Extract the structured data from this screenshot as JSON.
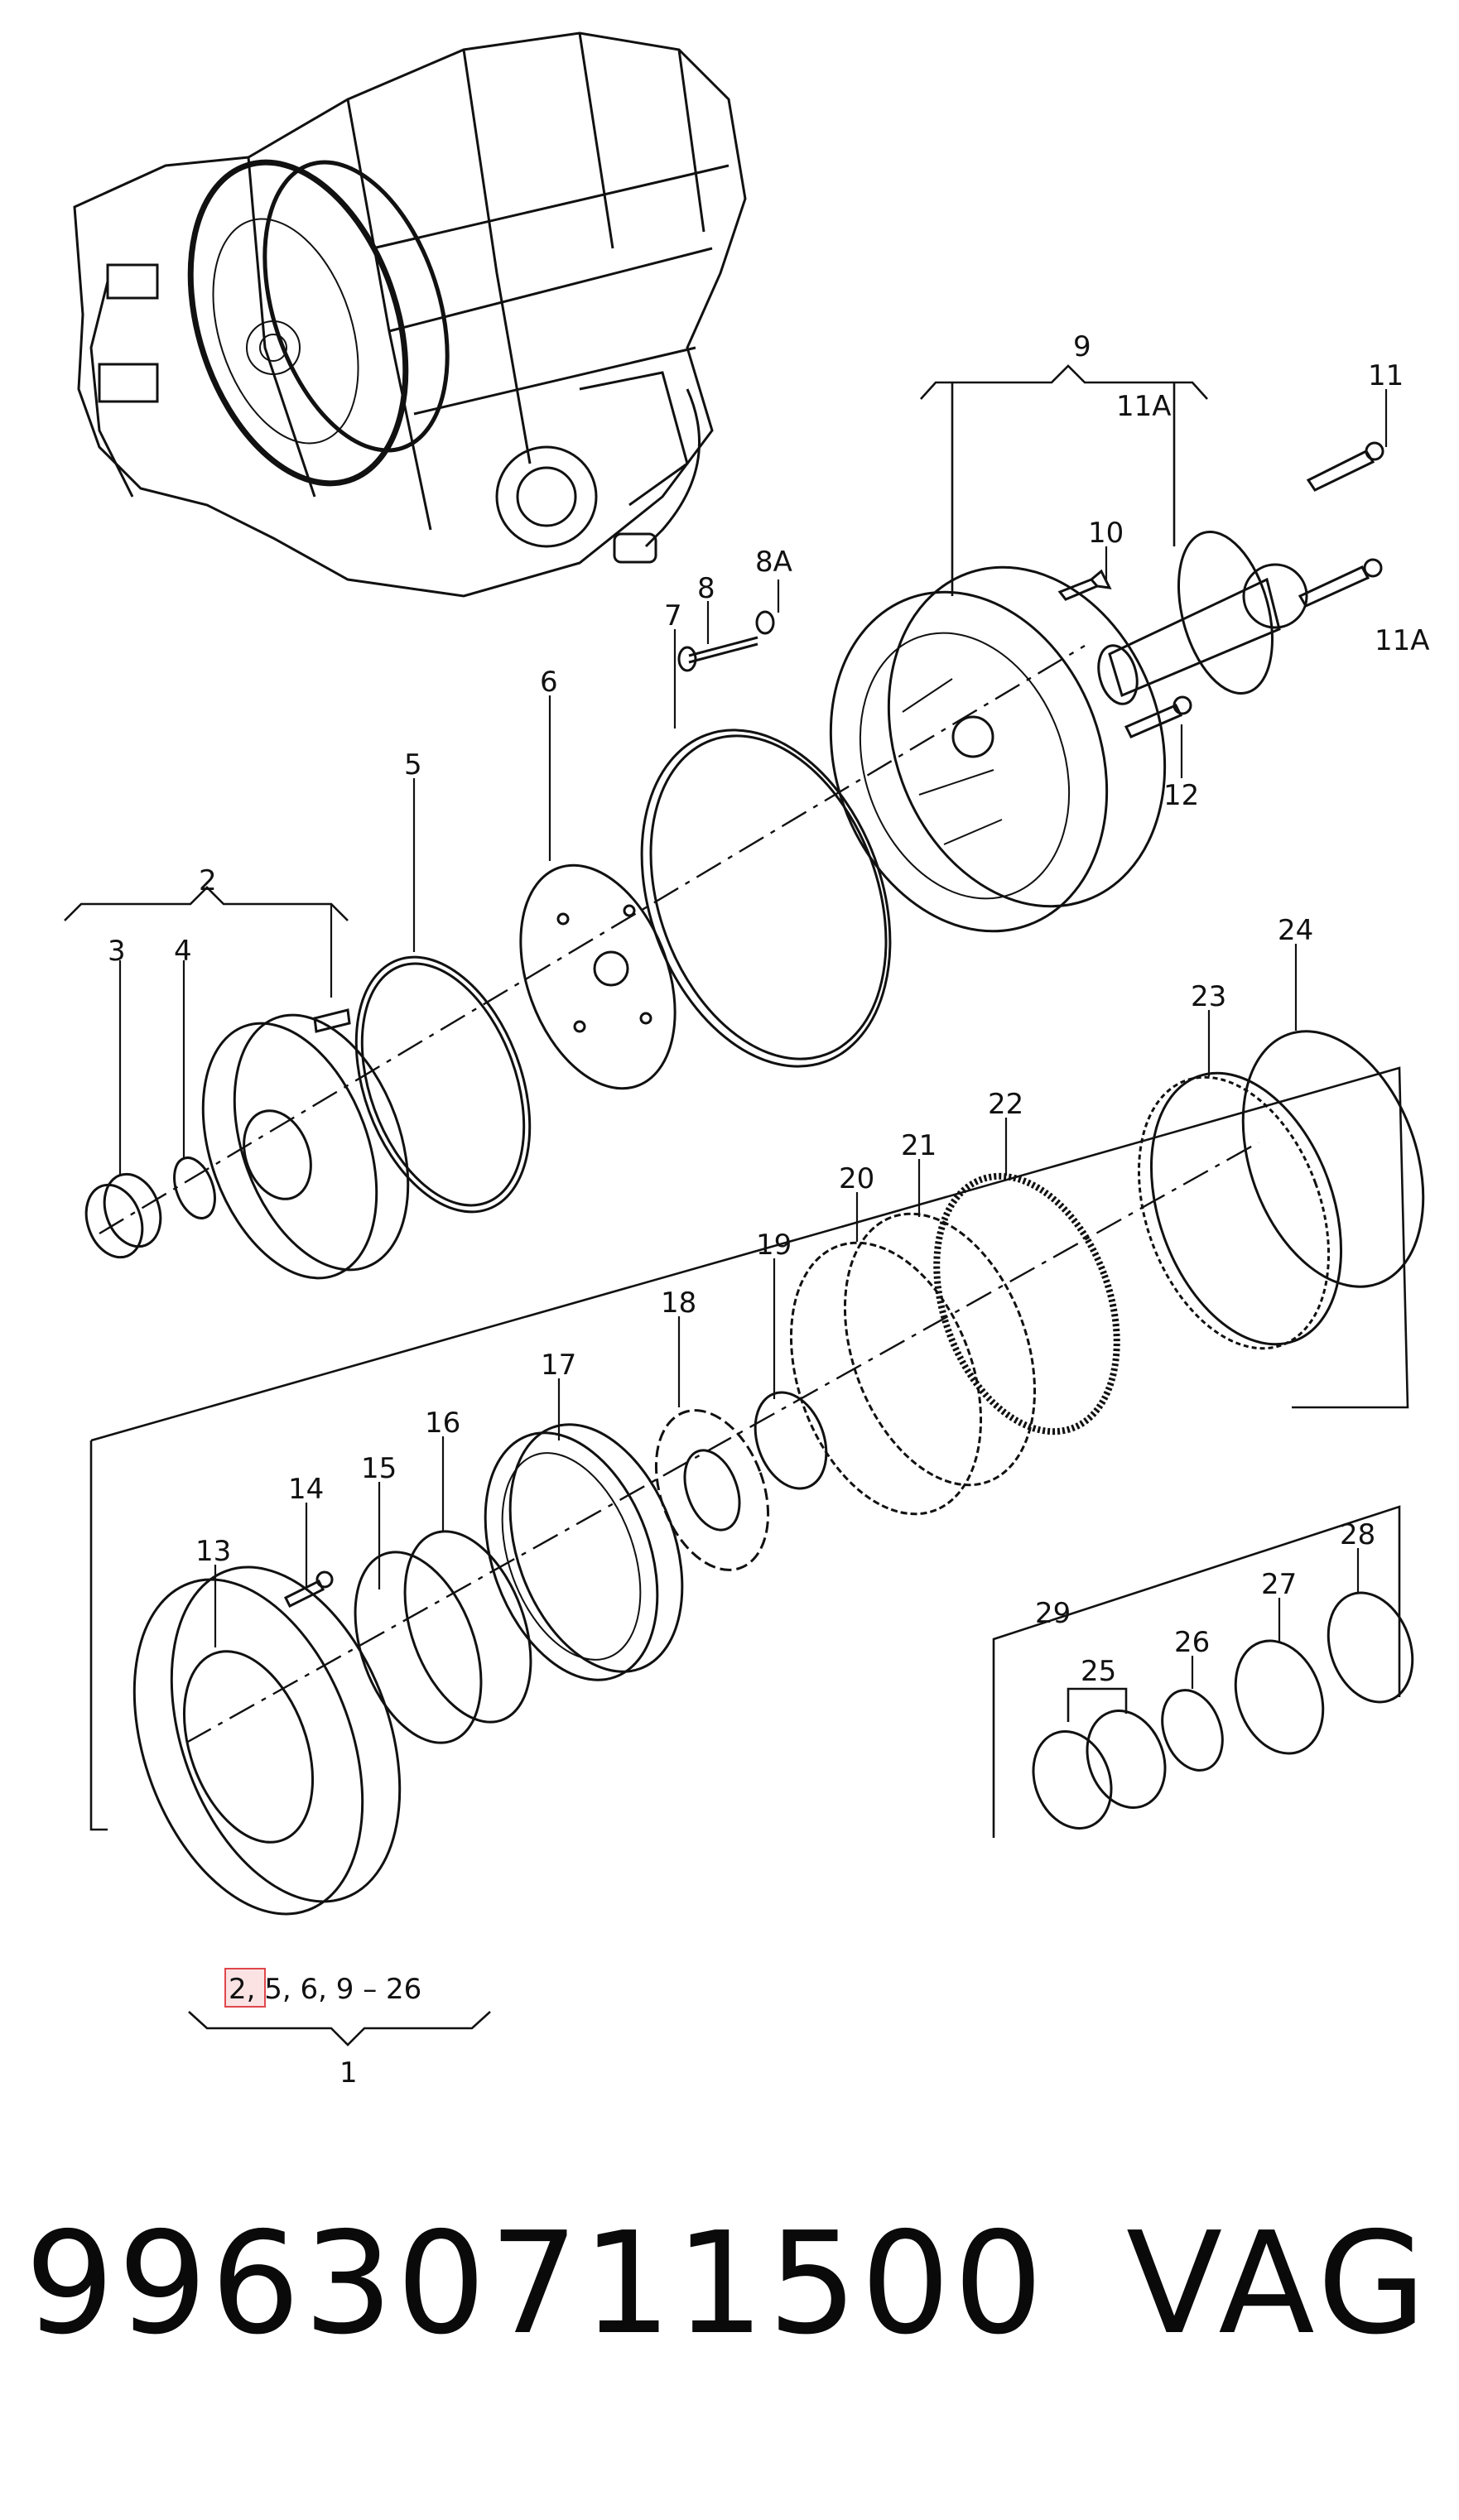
{
  "callouts": {
    "c1": "1",
    "c2": "2",
    "c3": "3",
    "c4": "4",
    "c5": "5",
    "c6": "6",
    "c7": "7",
    "c8": "8",
    "c8a": "8A",
    "c9": "9",
    "c10": "10",
    "c11": "11",
    "c11a_top": "11A",
    "c11a_side": "11A",
    "c12": "12",
    "c13": "13",
    "c14": "14",
    "c15": "15",
    "c16": "16",
    "c17": "17",
    "c18": "18",
    "c19": "19",
    "c20": "20",
    "c21": "21",
    "c22": "22",
    "c23": "23",
    "c24": "24",
    "c25": "25",
    "c26": "26",
    "c27": "27",
    "c28": "28",
    "c29": "29"
  },
  "assembly_note": {
    "highlight": "2,",
    "rest": " 5, 6, 9 – 26"
  },
  "footer": {
    "part_number": "99630711500",
    "brand": "VAG"
  },
  "colors": {
    "line": "#111111",
    "highlight_border": "#e0474c",
    "highlight_fill": "#fbe3e4"
  }
}
